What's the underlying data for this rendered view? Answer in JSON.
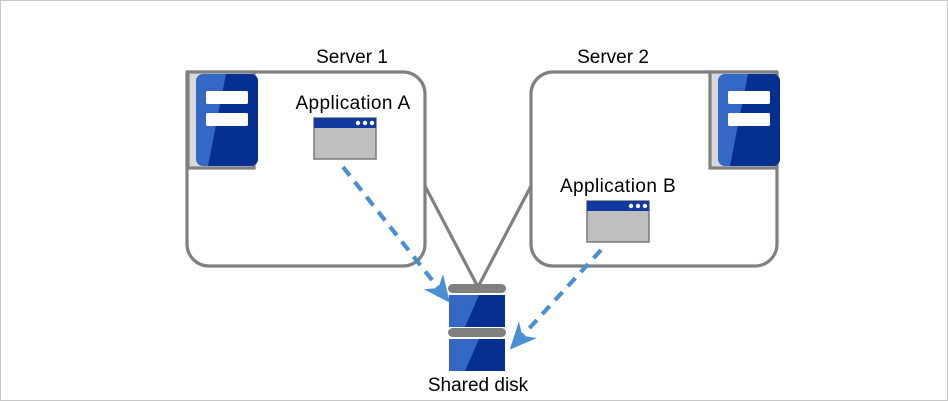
{
  "diagram": {
    "type": "cluster-shared-disk",
    "background": "#ffffff",
    "border_color": "#c8c8c8",
    "colors": {
      "box_outline": "#808080",
      "connector": "#808080",
      "arrow": "#4a8fd4",
      "icon_frame": "#d9d9d9",
      "icon_frame_border": "#808080",
      "blue_light": "#3568c4",
      "blue_dark": "#06308f",
      "titlebar": "#123a9e",
      "window_body": "#bfbfbf",
      "window_border": "#808080",
      "disk_bar": "#808080",
      "text": "#000000"
    },
    "servers": [
      {
        "id": "server-1",
        "title": "Server 1",
        "icon_name": "server-icon",
        "icon_position": "top-left",
        "application": {
          "label": "Application  A",
          "icon_name": "application-window-icon",
          "window_dots": 3
        }
      },
      {
        "id": "server-2",
        "title": "Server 2",
        "icon_name": "server-icon",
        "icon_position": "top-right",
        "application": {
          "label": "Application  B",
          "icon_name": "application-window-icon",
          "window_dots": 3
        }
      }
    ],
    "storage": {
      "id": "shared-disk",
      "label": "Shared disk",
      "icon_name": "shared-disk-icon",
      "units": 2
    },
    "connections": [
      {
        "id": "app-a-to-disk",
        "from": "Application  A",
        "to": "Shared disk",
        "style": "dashed",
        "color": "#4a8fd4",
        "arrowhead": "end"
      },
      {
        "id": "app-b-to-disk",
        "from": "Application  B",
        "to": "Shared disk",
        "style": "dashed",
        "color": "#4a8fd4",
        "arrowhead": "end"
      },
      {
        "id": "server-1-to-disk",
        "from": "Server 1",
        "to": "Shared disk",
        "style": "solid",
        "color": "#808080",
        "arrowhead": "none"
      },
      {
        "id": "server-2-to-disk",
        "from": "Server 2",
        "to": "Shared disk",
        "style": "solid",
        "color": "#808080",
        "arrowhead": "none"
      }
    ]
  }
}
